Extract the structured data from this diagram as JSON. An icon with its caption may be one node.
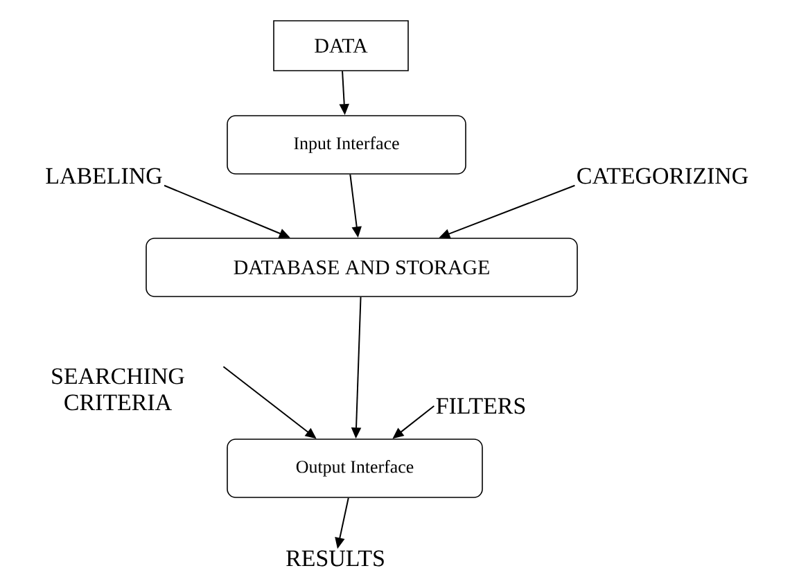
{
  "diagram": {
    "nodes": [
      {
        "text": [
          "DATA"
        ]
      },
      {
        "text": [
          "Input Interface"
        ]
      },
      {
        "text": [
          "LABELING"
        ]
      },
      {
        "text": [
          "CATEGORIZING"
        ]
      },
      {
        "text": [
          "DATABASE AND STORAGE"
        ]
      },
      {
        "text": [
          "SEARCHING CRITERIA"
        ]
      },
      {
        "text": [
          "FILTERS"
        ]
      },
      {
        "text": [
          "Output Interface"
        ]
      },
      {
        "text": [
          "RESULTS"
        ]
      }
    ],
    "edges": [
      {
        "from": 0,
        "to": 1,
        "arrow": "to"
      },
      {
        "from": 1,
        "to": 4,
        "arrow": "to"
      },
      {
        "from": 2,
        "to": 4,
        "arrow": "to"
      },
      {
        "from": 3,
        "to": 4,
        "arrow": "to"
      },
      {
        "from": 4,
        "to": 7,
        "arrow": "to"
      },
      {
        "from": 5,
        "to": 7,
        "arrow": "to"
      },
      {
        "from": 6,
        "to": 7,
        "arrow": "to"
      },
      {
        "from": 7,
        "to": 8,
        "arrow": "to"
      }
    ]
  }
}
